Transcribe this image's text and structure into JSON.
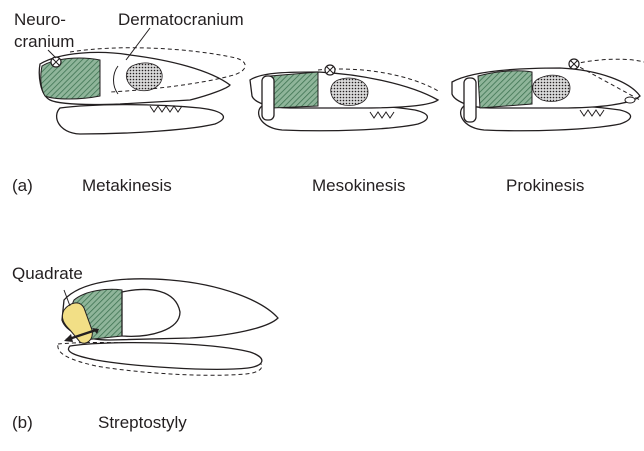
{
  "labels": {
    "neurocranium_line1": "Neuro-",
    "neurocranium_line2": "cranium",
    "dermatocranium": "Dermatocranium",
    "quadrate": "Quadrate",
    "part_a": "(a)",
    "part_b": "(b)",
    "metakinesis": "Metakinesis",
    "mesokinesis": "Mesokinesis",
    "prokinesis": "Prokinesis",
    "streptostyly": "Streptostyly"
  },
  "colors": {
    "neurocranium_green": "#4f8a63",
    "quadrate_yellow": "#f2df86",
    "ink": "#231f20"
  }
}
